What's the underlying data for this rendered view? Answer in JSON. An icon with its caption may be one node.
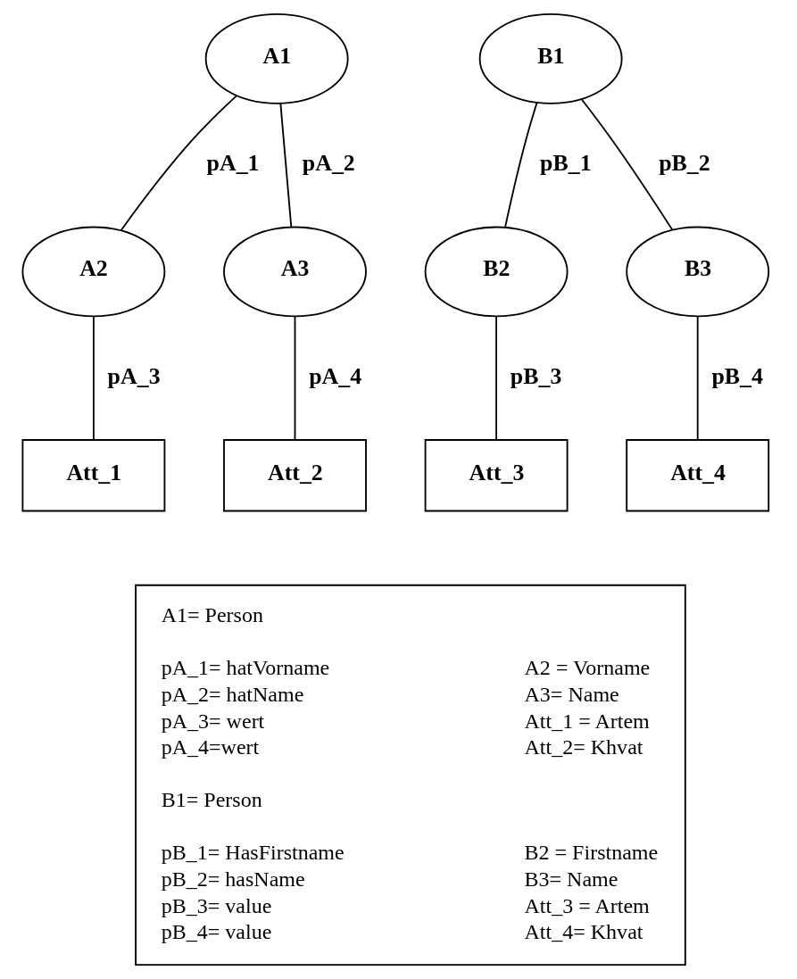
{
  "diagram": {
    "nodes": [
      {
        "text": [
          "A1"
        ]
      },
      {
        "text": [
          "A2"
        ]
      },
      {
        "text": [
          "A3"
        ]
      },
      {
        "text": [
          "Att_1"
        ]
      },
      {
        "text": [
          "Att_2"
        ]
      },
      {
        "text": [
          "B1"
        ]
      },
      {
        "text": [
          "B2"
        ]
      },
      {
        "text": [
          "B3"
        ]
      },
      {
        "text": [
          "Att_3"
        ]
      },
      {
        "text": [
          "Att_4"
        ]
      },
      {
        "text": [
          "A1= Person",
          "pA_1= hatVorname",
          "A2 = Vorname",
          "pA_2= hatName",
          "A3= Name",
          "pA_3= wert",
          "Att_1 = Artem",
          "pA_4=wert",
          "Att_2= Khvat",
          "B1= Person",
          "pB_1= HasFirstname",
          "B2 = Firstname",
          "pB_2= hasName",
          "B3= Name",
          "pB_3= value",
          "Att_3 = Artem",
          "pB_4= value",
          "Att_4= Khvat"
        ]
      }
    ],
    "edges": [
      {
        "from": 0,
        "to": 1,
        "arrow": "none",
        "label": "pA_1"
      },
      {
        "from": 0,
        "to": 2,
        "arrow": "none",
        "label": "pA_2"
      },
      {
        "from": 1,
        "to": 3,
        "arrow": "none",
        "label": "pA_3"
      },
      {
        "from": 2,
        "to": 4,
        "arrow": "none",
        "label": "pA_4"
      },
      {
        "from": 5,
        "to": 6,
        "arrow": "none",
        "label": "pB_1"
      },
      {
        "from": 5,
        "to": 7,
        "arrow": "none",
        "label": "pB_2"
      },
      {
        "from": 6,
        "to": 8,
        "arrow": "none",
        "label": "pB_3"
      },
      {
        "from": 7,
        "to": 9,
        "arrow": "none",
        "label": "pB_4"
      }
    ]
  }
}
